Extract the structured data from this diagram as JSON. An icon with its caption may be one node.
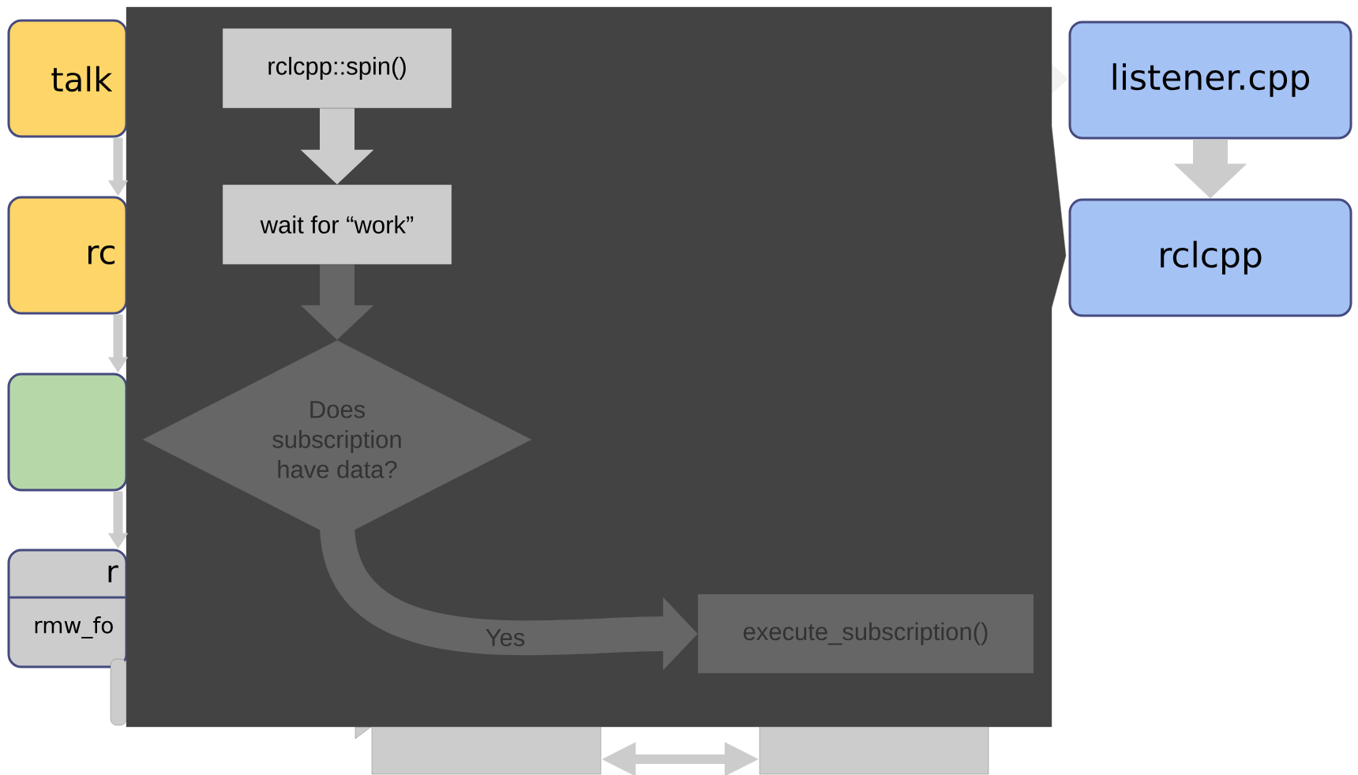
{
  "diagram": {
    "nodes": [
      {
        "text": [
          "talk"
        ]
      },
      {
        "text": [
          "rc"
        ]
      },
      {
        "text": [],
        "shape": "box"
      },
      {
        "text": [
          "r",
          "rmw_fo"
        ]
      },
      {
        "text": [],
        "shape": "box"
      },
      {
        "text": [
          "rclcpp::spin()"
        ],
        "in": 4
      },
      {
        "text": [
          "wait for “work”"
        ],
        "in": 4
      },
      {
        "text": [
          "Does subscription have data?"
        ],
        "in": 4
      },
      {
        "text": [
          "execute_subscription()"
        ],
        "in": 4
      },
      {
        "text": [
          "listener.cpp"
        ]
      },
      {
        "text": [
          "rclcpp"
        ]
      },
      {
        "text": [],
        "shape": "box"
      },
      {
        "text": [],
        "shape": "box"
      },
      {
        "text": [],
        "shape": "box"
      }
    ],
    "edges": [
      {
        "from": 0,
        "to": 1,
        "arrow": "to"
      },
      {
        "from": 1,
        "to": 2,
        "arrow": "to"
      },
      {
        "from": 2,
        "to": 3,
        "arrow": "to"
      },
      {
        "from": 12,
        "to": 13,
        "arrow": "both"
      },
      {
        "from": 5,
        "to": 6,
        "arrow": "to",
        "style": "thick"
      },
      {
        "from": 6,
        "to": 7,
        "arrow": "to",
        "style": "thick",
        "color": "#666666"
      },
      {
        "from": 7,
        "to": 8,
        "arrow": "to",
        "label": "Yes",
        "style": "thick",
        "color": "#666666"
      },
      {
        "from": 9,
        "to": 10,
        "arrow": "to",
        "style": "thick"
      }
    ]
  }
}
